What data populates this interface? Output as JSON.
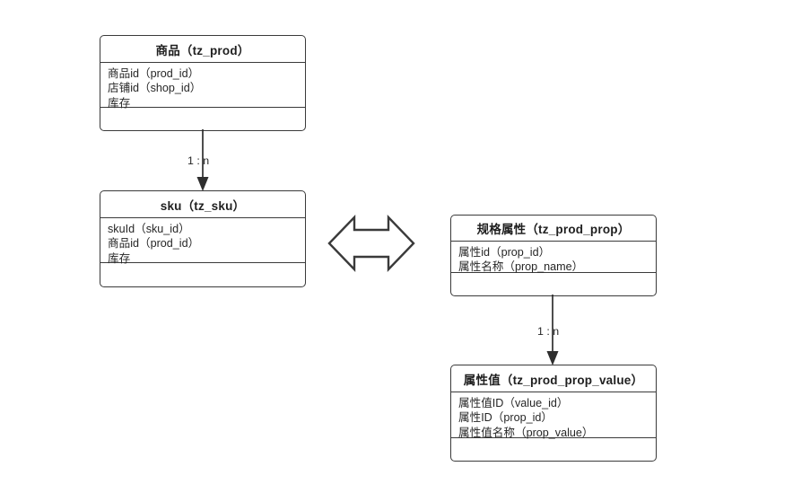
{
  "diagram": {
    "title_present": false,
    "background_color": "#ffffff",
    "border_color": "#3a3a3a",
    "text_color": "#262626",
    "entities": [
      {
        "id": "prod",
        "name_cn": "商品",
        "table": "tz_prod",
        "title": "商品（tz_prod）",
        "attributes": [
          "商品id（prod_id）",
          "店铺id（shop_id）",
          "库存"
        ]
      },
      {
        "id": "sku",
        "name_cn": "sku",
        "table": "tz_sku",
        "title": "sku（tz_sku）",
        "attributes": [
          "skuId（sku_id）",
          "商品id（prod_id）",
          "库存"
        ]
      },
      {
        "id": "prop",
        "name_cn": "规格属性",
        "table": "tz_prod_prop",
        "title": "规格属性（tz_prod_prop）",
        "attributes": [
          "属性id（prop_id）",
          "属性名称（prop_name）"
        ]
      },
      {
        "id": "prop_value",
        "name_cn": "属性值",
        "table": "tz_prod_prop_value",
        "title": "属性值（tz_prod_prop_value）",
        "attributes": [
          "属性值ID（value_id）",
          "属性ID（prop_id）",
          "属性值名称（prop_value）"
        ]
      }
    ],
    "connectors": [
      {
        "id": "prod-sku",
        "from": "prod",
        "to": "sku",
        "cardinality": "1 : n",
        "arrow": "single-down"
      },
      {
        "id": "prop-value",
        "from": "prop",
        "to": "prop_value",
        "cardinality": "1 : n",
        "arrow": "single-down"
      }
    ],
    "shapes": [
      {
        "id": "double-arrow",
        "icon": "double-headed-arrow-icon",
        "label": ""
      }
    ]
  }
}
